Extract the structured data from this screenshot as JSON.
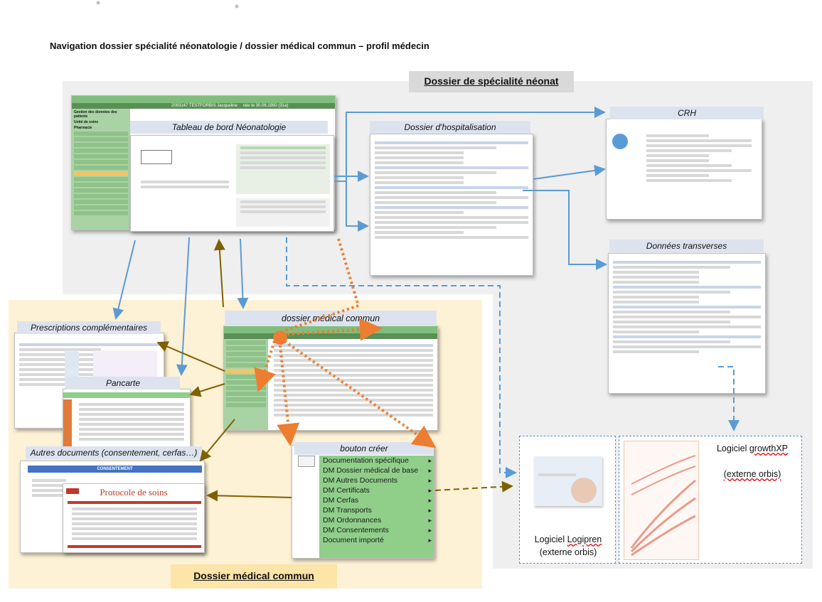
{
  "page_title": "Navigation dossier spécialité néonatologie / dossier médical commun – profil médecin",
  "zones": {
    "neonat": "Dossier de spécialité néonat",
    "dmc": "Dossier médical commun"
  },
  "cards": {
    "tableau": "Tableau de bord Néonatologie",
    "hospitalisation": "Dossier d'hospitalisation",
    "crh": "CRH",
    "donnees": "Données transverses",
    "dmc": "dossier médical commun",
    "prescriptions": "Prescriptions complémentaires",
    "pancarte": "Pancarte",
    "autres": "Autres documents (consentement, cerfas…)",
    "bouton": "bouton créer"
  },
  "main_app": {
    "patient": "2093147 TESTFORBIS Jacqueline",
    "birth": "née le 30.06.1990 (31a)",
    "sidebar_items": [
      "Gestion des données des patients",
      "Unité de soins",
      "Pharmacie"
    ]
  },
  "create_menu": [
    "Documentation spécifique",
    "DM Dossier médical de base",
    "DM Autres Documents",
    "DM Certificats",
    "DM Cerfas",
    "DM Transports",
    "DM Ordonnances",
    "DM Consentements",
    "Document importé"
  ],
  "external": {
    "logipren_line1": "Logiciel ",
    "logipren_name": "Logipren",
    "logipren_line2": "(externe orbis)",
    "growth_line1": "Logiciel ",
    "growth_name": "growthXP",
    "growth_line2": "(externe orbis)"
  },
  "autres_doc": {
    "banner": "CONSENTEMENT",
    "protocole": "Protocole de soins"
  },
  "colors": {
    "arrow_blue": "#5b9bd5",
    "arrow_brown": "#7f6000",
    "arrow_orange": "#ed7d31",
    "app_green": "#8fcf8a",
    "dmc_zone": "#fdf1d6",
    "neonat_zone": "#efefef"
  }
}
